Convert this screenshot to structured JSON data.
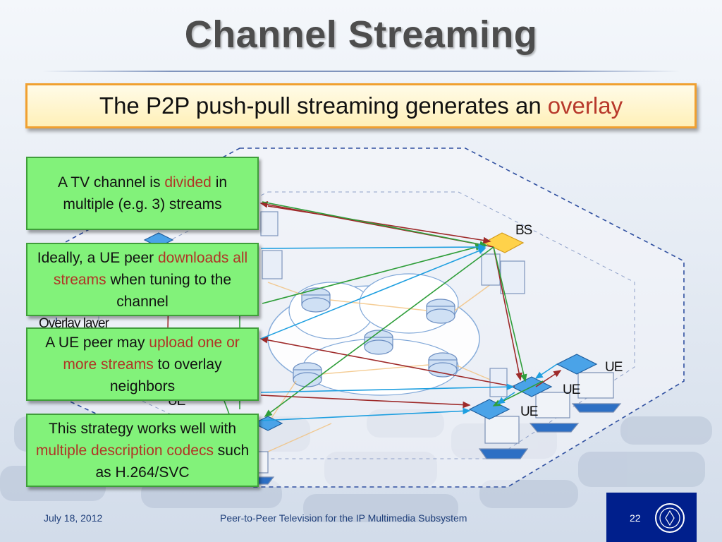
{
  "slide": {
    "title": "Channel Streaming",
    "headline": {
      "text": "The P2P push-pull streaming generates an",
      "highlight": "overlay"
    }
  },
  "callouts": [
    {
      "parts": [
        {
          "t": "A TV channel is ",
          "hl": false
        },
        {
          "t": "divided",
          "hl": true
        },
        {
          "t": " in multiple (e.g. 3) streams",
          "hl": false
        }
      ]
    },
    {
      "parts": [
        {
          "t": "Ideally, a UE peer ",
          "hl": false
        },
        {
          "t": "downloads all streams",
          "hl": true
        },
        {
          "t": " when tuning to the channel",
          "hl": false
        }
      ]
    },
    {
      "parts": [
        {
          "t": "A UE peer may ",
          "hl": false
        },
        {
          "t": "upload one or more streams",
          "hl": true
        },
        {
          "t": " to overlay neighbors",
          "hl": false
        }
      ]
    },
    {
      "parts": [
        {
          "t": "This strategy works well with ",
          "hl": false
        },
        {
          "t": "multiple description codecs",
          "hl": true
        },
        {
          "t": " such as H.264/SVC",
          "hl": false
        }
      ]
    }
  ],
  "diagram": {
    "labels": {
      "bs": "BS",
      "ue1": "UE",
      "ue2": "UE",
      "ue3": "UE",
      "ue_partial_top": "UE",
      "ue_partial_bottom": "UE",
      "overlay_layer": "Overlay layer"
    },
    "icons": [
      "router-icon",
      "server-icon",
      "monitor-icon",
      "base-station-icon",
      "cloud-icon"
    ]
  },
  "footer": {
    "date": "July 18, 2012",
    "title": "Peer-to-Peer Television for the IP Multimedia Subsystem",
    "page": "22"
  },
  "colors": {
    "highlight_red": "#b8392b",
    "callout_green": "#82f27a",
    "footer_blue": "#001f8c",
    "push_red": "#9e2a2a",
    "pull_green": "#2f9e3a",
    "link_blue": "#1e9fe0"
  }
}
